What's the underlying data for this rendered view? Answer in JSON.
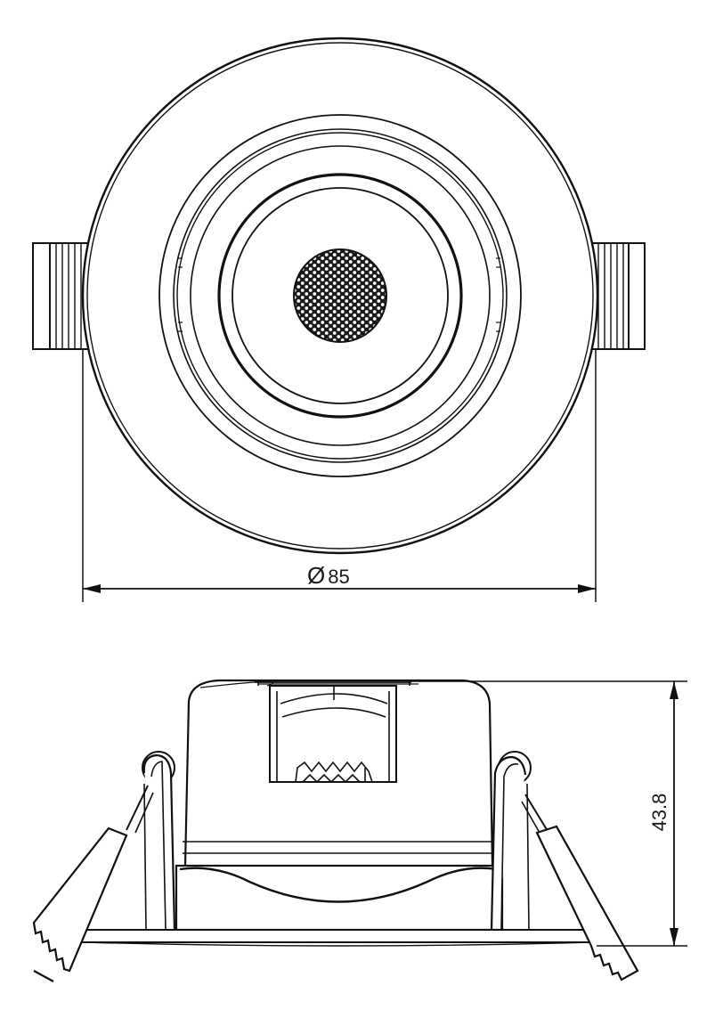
{
  "drawing": {
    "type": "technical drawing",
    "subject": "recessed adjustable LED downlight",
    "views": [
      {
        "name": "top-view",
        "description": "front face with concentric rings, honeycomb lens and side spring tabs"
      },
      {
        "name": "side-view",
        "description": "profile with housing, terminal block and spring clips"
      }
    ]
  },
  "dimensions": {
    "diameter": {
      "symbol": "Ø",
      "value": "85",
      "label": "Ø85"
    },
    "height": {
      "value": "43.8",
      "label": "43.8"
    }
  },
  "colors": {
    "line": "#111111",
    "background": "#ffffff"
  }
}
